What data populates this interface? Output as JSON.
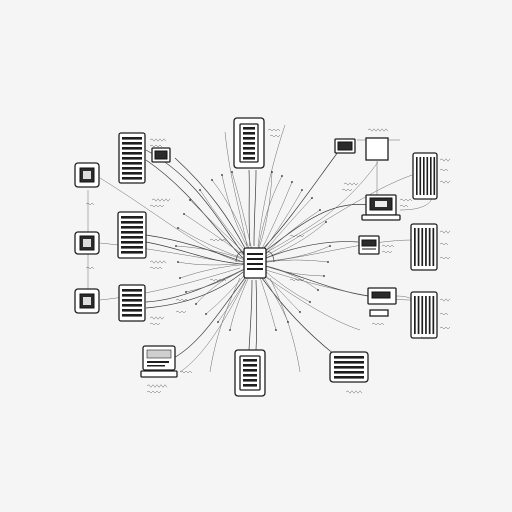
{
  "diagram": {
    "background": "#f4f5f4",
    "ink": "#1e1e1e",
    "hub": {
      "name": "central-processor"
    },
    "nodes": [
      {
        "id": "left-chip-top",
        "kind": "chip"
      },
      {
        "id": "left-chip-mid",
        "kind": "chip"
      },
      {
        "id": "left-chip-bottom",
        "kind": "chip"
      },
      {
        "id": "left-rack-top",
        "kind": "rack"
      },
      {
        "id": "left-rack-mid",
        "kind": "rack"
      },
      {
        "id": "left-device-low",
        "kind": "device"
      },
      {
        "id": "left-terminal",
        "kind": "terminal"
      },
      {
        "id": "top-server",
        "kind": "server"
      },
      {
        "id": "top-monitor",
        "kind": "monitor"
      },
      {
        "id": "top-right-box",
        "kind": "box"
      },
      {
        "id": "right-laptop",
        "kind": "laptop"
      },
      {
        "id": "right-printer",
        "kind": "printer"
      },
      {
        "id": "right-rack-top",
        "kind": "rack"
      },
      {
        "id": "right-rack-mid",
        "kind": "rack"
      },
      {
        "id": "right-rack-bottom",
        "kind": "rack"
      },
      {
        "id": "right-scanner",
        "kind": "device"
      },
      {
        "id": "bottom-drive",
        "kind": "drive"
      },
      {
        "id": "bottom-stack",
        "kind": "stack"
      }
    ]
  }
}
